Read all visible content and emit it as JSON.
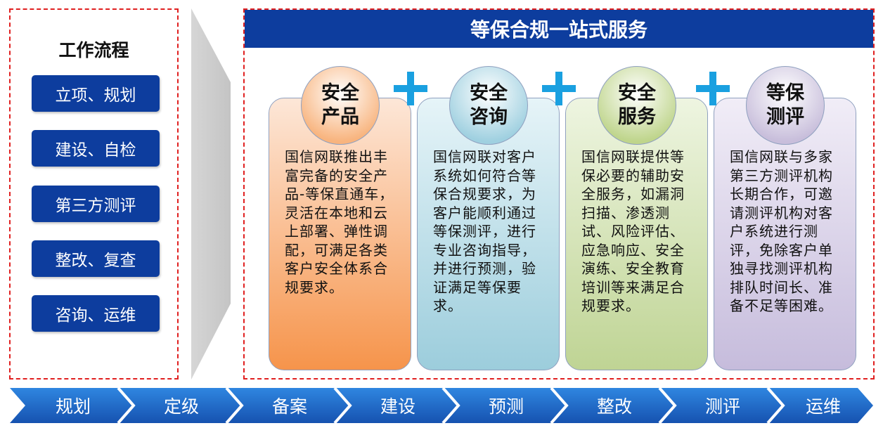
{
  "workflow": {
    "title": "工作流程",
    "steps": [
      "立项、规划",
      "建设、自检",
      "第三方测评",
      "整改、复查",
      "咨询、运维"
    ]
  },
  "services": {
    "header": "等保合规一站式服务",
    "cards": [
      {
        "name": "安全\n产品",
        "text": "国信网联推出丰富完备的安全产品-等保直通车，灵活在本地和云上部署、弹性调配，可满足各类客户安全体系合规要求。",
        "circle_color": "#f8b47e",
        "card_color_top": "#fde7d8",
        "card_color_bottom": "#f6944b"
      },
      {
        "name": "安全\n咨询",
        "text": "国信网联对客户系统如何符合等保合规要求，为客户能顺利通过等保测评，进行专业咨询指导，并进行预测，验证满足等保要求。",
        "circle_color": "#9fd0e0",
        "card_color_top": "#e6f4f8",
        "card_color_bottom": "#9ccddc"
      },
      {
        "name": "安全\n服务",
        "text": "国信网联提供等保必要的辅助安全服务，如漏洞扫描、渗透测试、风险评估、应急响应、安全演练、安全教育培训等来满足合规要求。",
        "circle_color": "#bfd58c",
        "card_color_top": "#eef5e1",
        "card_color_bottom": "#bfd494"
      },
      {
        "name": "等保\n测评",
        "text": "国信网联与多家第三方测评机构长期合作，可邀请测评机构对客户系统进行测评，免除客户单独寻找测评机构排队时间长、准备不足等困难。",
        "circle_color": "#c8bedb",
        "card_color_top": "#f1edf7",
        "card_color_bottom": "#c6bcdc"
      }
    ]
  },
  "phases": [
    "规划",
    "定级",
    "备案",
    "建设",
    "预测",
    "整改",
    "测评",
    "运维"
  ],
  "colors": {
    "brand_blue": "#0d3d9e",
    "dashed_red": "#e02020",
    "plus_blue": "#1aa0e0",
    "arrow_blue": "#1f6fcf"
  }
}
